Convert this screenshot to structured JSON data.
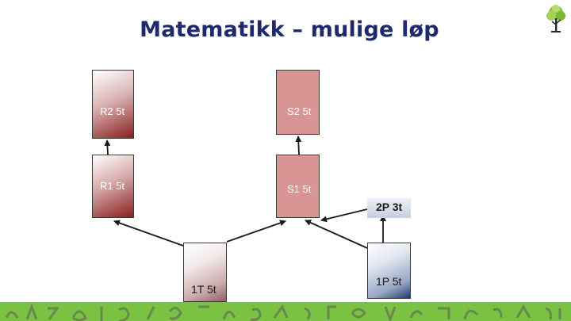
{
  "slide": {
    "title": "Matematikk – mulige løp"
  },
  "logo": {
    "icon": "tree-icon"
  },
  "boxes": {
    "r2": "R2 5t",
    "r1": "R1 5t",
    "s2": "S2 5t",
    "s1": "S1 5t",
    "p2": "2P 3t",
    "t1": "1T 5t",
    "p1": "1P 5t"
  },
  "colors": {
    "title": "#1f2a6e",
    "theoretical_dark": "#8b1e1e",
    "s_fill": "#d99494",
    "practical_dark": "#1f3b72",
    "footer_green": "#7cc242"
  }
}
